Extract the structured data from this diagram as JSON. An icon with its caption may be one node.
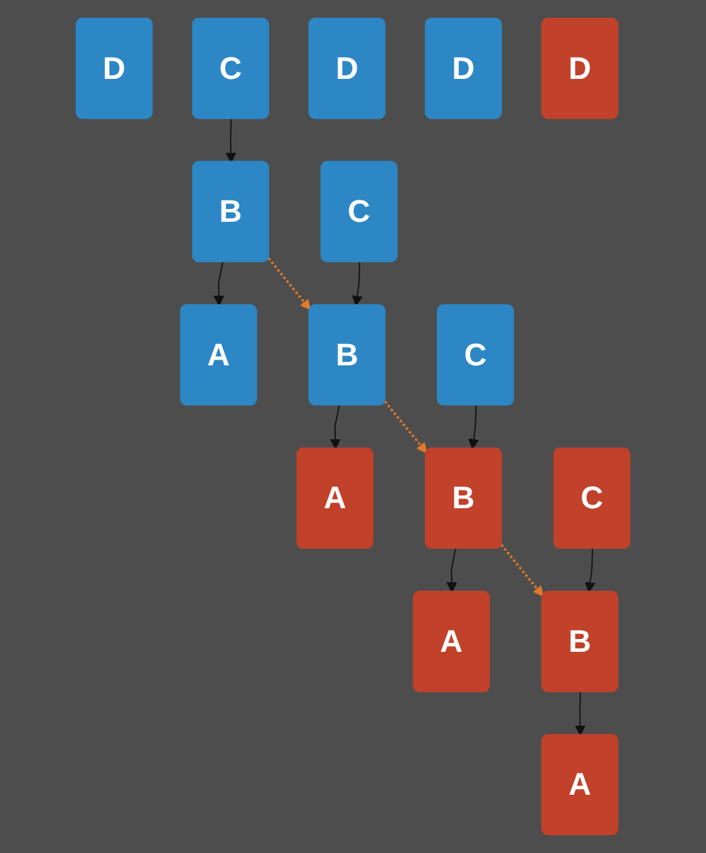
{
  "diagram": {
    "nodes": [
      {
        "text": [
          "D"
        ]
      },
      {
        "text": [
          "C"
        ]
      },
      {
        "text": [
          "B"
        ]
      },
      {
        "text": [
          "A"
        ]
      },
      {
        "text": [
          "D"
        ]
      },
      {
        "text": [
          "C"
        ]
      },
      {
        "text": [
          "B"
        ]
      },
      {
        "text": [
          "A"
        ]
      },
      {
        "text": [
          "D"
        ]
      },
      {
        "text": [
          "C"
        ]
      },
      {
        "text": [
          "B"
        ]
      },
      {
        "text": [
          "A"
        ]
      },
      {
        "text": [
          "D"
        ]
      },
      {
        "text": [
          "C"
        ]
      },
      {
        "text": [
          "B"
        ]
      },
      {
        "text": [
          "A"
        ]
      }
    ],
    "edges": [
      {
        "from": 1,
        "to": 2,
        "arrow": "to"
      },
      {
        "from": 2,
        "to": 3,
        "arrow": "to"
      },
      {
        "from": 2,
        "to": 6,
        "arrow": "to",
        "style": "dashed",
        "color": "#e07a28"
      },
      {
        "from": 5,
        "to": 6,
        "arrow": "to"
      },
      {
        "from": 6,
        "to": 7,
        "arrow": "to"
      },
      {
        "from": 6,
        "to": 10,
        "arrow": "to",
        "style": "dashed",
        "color": "#e07a28"
      },
      {
        "from": 9,
        "to": 10,
        "arrow": "to"
      },
      {
        "from": 10,
        "to": 11,
        "arrow": "to"
      },
      {
        "from": 10,
        "to": 14,
        "arrow": "to",
        "style": "dashed",
        "color": "#e07a28"
      },
      {
        "from": 13,
        "to": 14,
        "arrow": "to"
      },
      {
        "from": 14,
        "to": 15,
        "arrow": "to"
      }
    ]
  }
}
